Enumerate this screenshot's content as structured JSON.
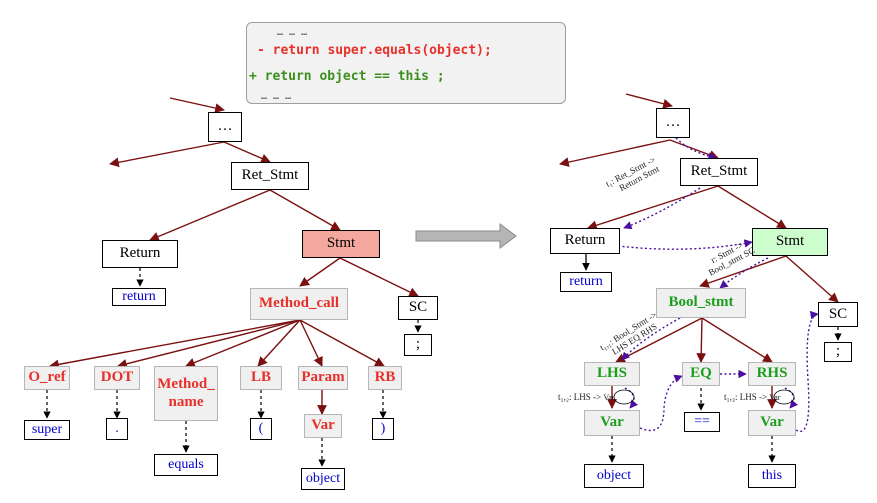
{
  "code": {
    "dots_top": "… … …",
    "removed_line": "- return super.equals(object);",
    "added_line": "+ return object == this ;",
    "dots_bottom": "… … …",
    "removed_color": "#e8302a",
    "added_color": "#3a8f1e"
  },
  "left_tree": {
    "root": "…",
    "ret_stmt": "Ret_Stmt",
    "return_node": "Return",
    "return_token": "return",
    "stmt": "Stmt",
    "method_call": "Method_call",
    "sc": "SC",
    "sc_token": ";",
    "o_ref": "O_ref",
    "dot": "DOT",
    "method_name": "Method_\nname",
    "lb": "LB",
    "param": "Param",
    "rb": "RB",
    "super_token": "super",
    "dot_token": ".",
    "equals_token": "equals",
    "lb_token": "(",
    "var": "Var",
    "rb_token": ")",
    "object_token": "object"
  },
  "right_tree": {
    "root": "…",
    "ret_stmt": "Ret_Stmt",
    "return_node": "Return",
    "return_token": "return",
    "stmt": "Stmt",
    "bool_stmt": "Bool_stmt",
    "sc": "SC",
    "sc_token": ";",
    "lhs": "LHS",
    "eq": "EQ",
    "rhs": "RHS",
    "lhs_var": "Var",
    "rhs_var": "Var",
    "eq_token": "==",
    "object_token": "object",
    "this_token": "this"
  },
  "edge_labels": {
    "t1_line1": "t₁: Ret_Stmt ->",
    "t1_line2": "Return Stmt",
    "r_line1": "r: Stmt ->",
    "r_line2": "Bool_stmt SC",
    "t1_1_line1": "t₁,₁: Bool_Stmt ->",
    "t1_1_line2": "LHS EQ RHS",
    "t1_2": "t₁,₂: LHS ->",
    "t1_2_var": "Var",
    "t1_3": "t₁,₃: LHS ->",
    "t1_3_var": "Var"
  },
  "colors": {
    "tree_edge": "#7b1010",
    "dotted_edge": "#4b0fa0",
    "transform_arrow": "#a9a9a9"
  }
}
